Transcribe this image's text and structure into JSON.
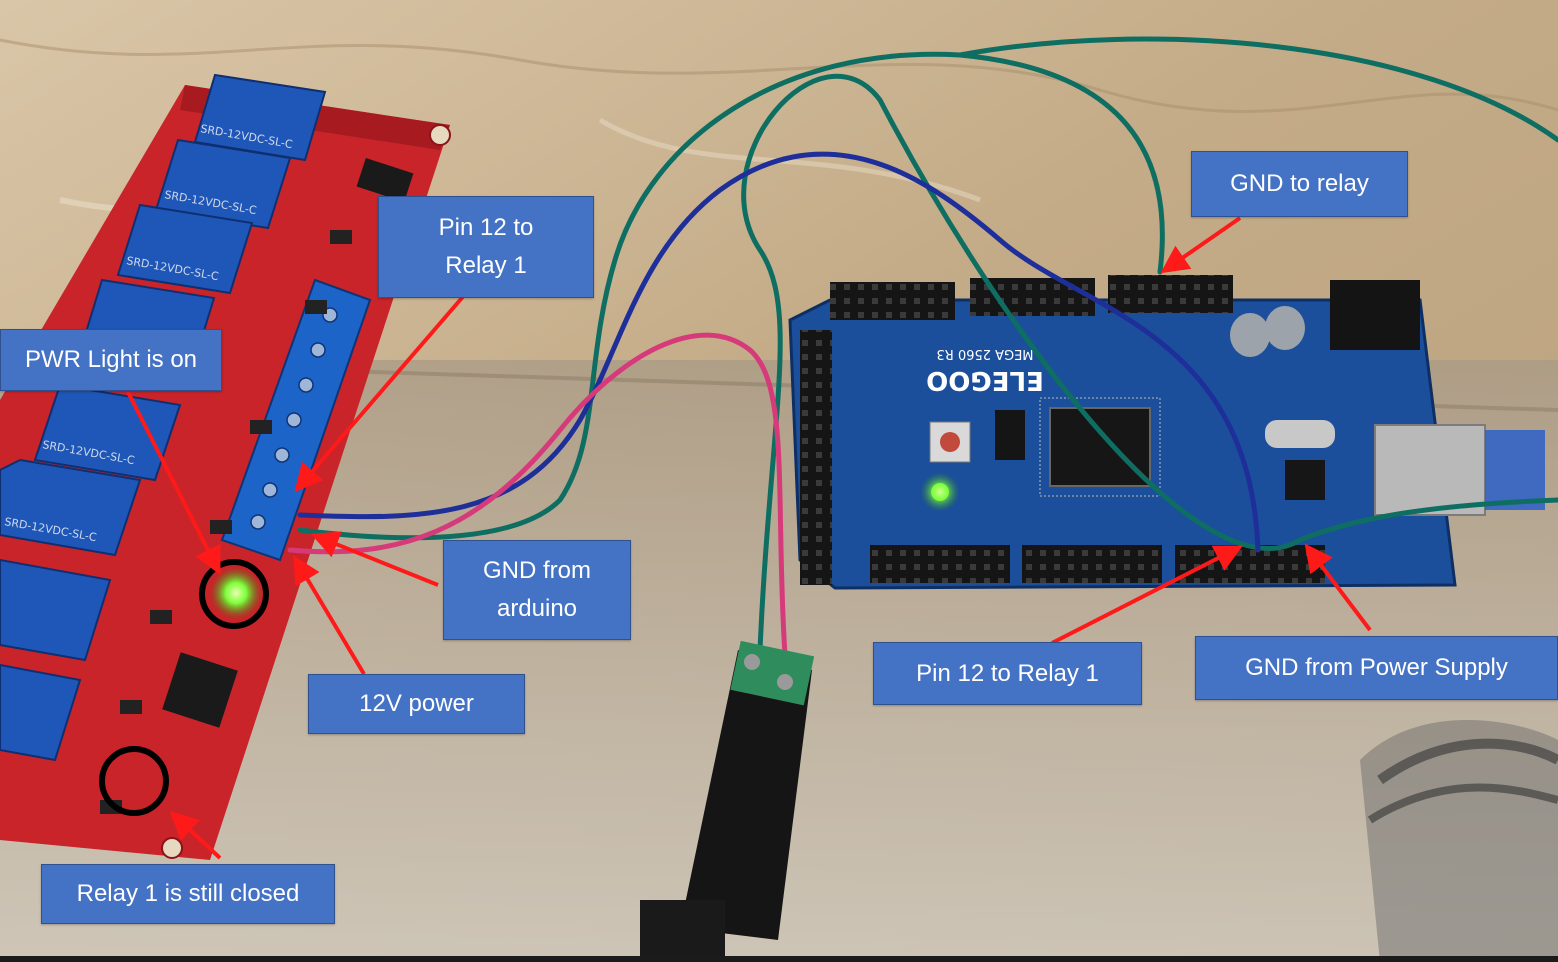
{
  "callouts": {
    "gnd_to_relay": "GND to relay",
    "pin12_relay_top": "Pin 12 to\nRelay 1",
    "pwr_light": "PWR Light is on",
    "gnd_from_arduino": "GND from\narduino",
    "power_12v": "12V power",
    "pin12_relay_bottom": "Pin 12 to Relay 1",
    "gnd_from_supply": "GND from Power Supply",
    "relay1_closed": "Relay 1 is still closed"
  },
  "board_text": {
    "brand": "ELEGOO",
    "model": "MEGA 2560 R3"
  },
  "relay_label": "SRD-12VDC-SL-C",
  "colors": {
    "callout_fill": "#4472c4",
    "arrow": "#ff1a1a",
    "relay_board": "#c8242a",
    "relay_block": "#1f57b8",
    "arduino_board": "#1b4f9c",
    "wire_green": "#0f6e62",
    "wire_blue": "#1f2f9a",
    "wire_pink": "#d63a7a",
    "led_green": "#6dff3a"
  }
}
